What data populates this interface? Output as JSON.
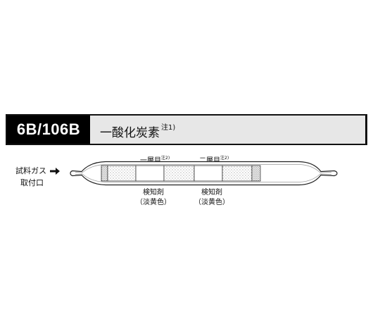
{
  "header": {
    "model_code": "6B/106B",
    "gas_name": "一酸化炭素",
    "gas_note": "注1)"
  },
  "inlet": {
    "line1": "試料ガス",
    "line2": "取付口"
  },
  "layers": [
    {
      "label": "一層目",
      "note": "注2)"
    },
    {
      "label": "二層目",
      "note": "注2)"
    }
  ],
  "reagents": [
    {
      "line1": "検知剤",
      "line2": "（淡黄色）"
    },
    {
      "line1": "検知剤",
      "line2": "（淡黄色）"
    }
  ],
  "icons": {
    "inlet_arrow": "right-arrow-icon"
  }
}
